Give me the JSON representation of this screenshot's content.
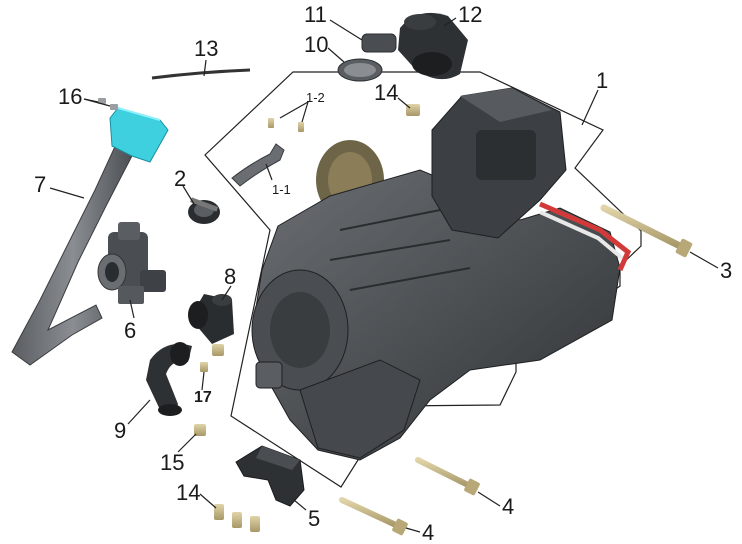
{
  "callouts": [
    {
      "id": "1",
      "label": "1"
    },
    {
      "id": "1-1",
      "label": "1-1"
    },
    {
      "id": "1-2",
      "label": "1-2"
    },
    {
      "id": "2",
      "label": "2"
    },
    {
      "id": "3",
      "label": "3"
    },
    {
      "id": "4a",
      "label": "4"
    },
    {
      "id": "4b",
      "label": "4"
    },
    {
      "id": "5",
      "label": "5"
    },
    {
      "id": "6",
      "label": "6"
    },
    {
      "id": "7",
      "label": "7"
    },
    {
      "id": "8",
      "label": "8"
    },
    {
      "id": "9",
      "label": "9"
    },
    {
      "id": "10",
      "label": "10"
    },
    {
      "id": "11",
      "label": "11"
    },
    {
      "id": "12",
      "label": "12"
    },
    {
      "id": "13",
      "label": "13"
    },
    {
      "id": "14a",
      "label": "14"
    },
    {
      "id": "14b",
      "label": "14"
    },
    {
      "id": "15",
      "label": "15"
    },
    {
      "id": "16",
      "label": "16"
    },
    {
      "id": "17",
      "label": "17"
    }
  ],
  "colors": {
    "part_dark": "#3a3d40",
    "part_mid": "#55595d",
    "part_light": "#7a7e82",
    "highlight": "#3fd0e0",
    "bolt": "#c8b98a",
    "outline": "#222222"
  }
}
